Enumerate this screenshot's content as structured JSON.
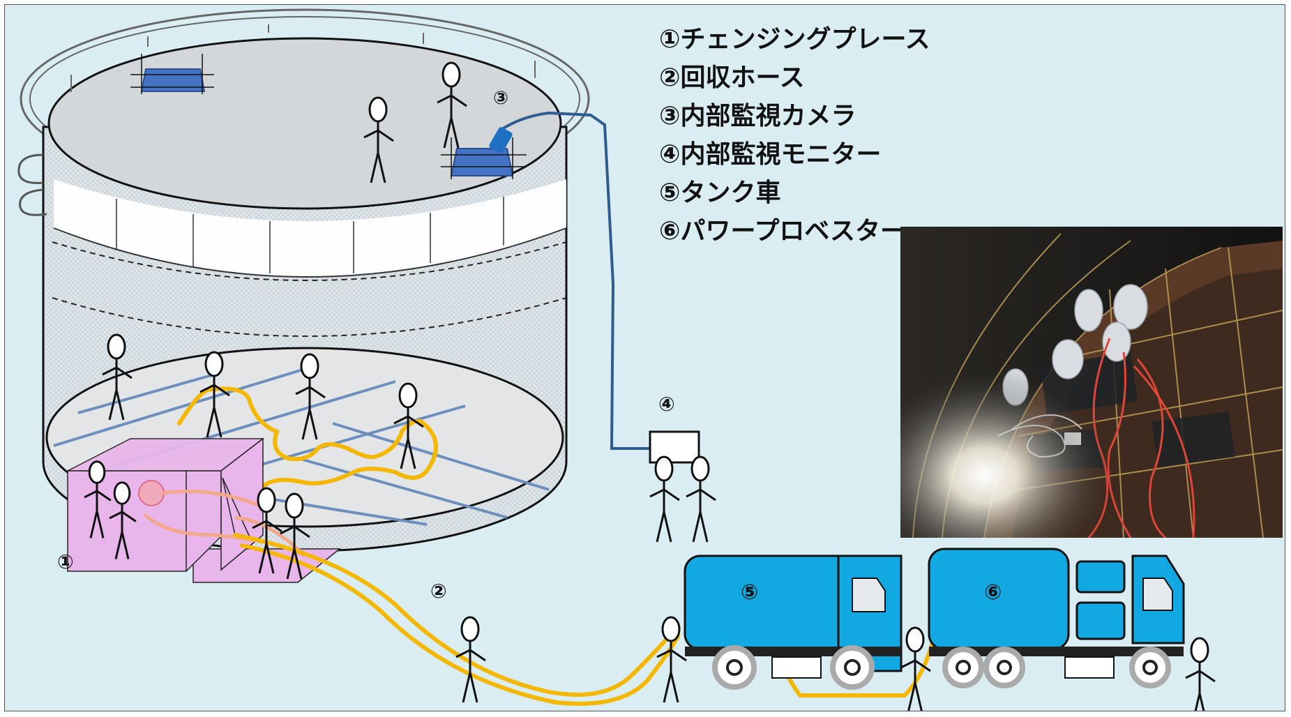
{
  "legend": {
    "items": [
      "①チェンジングプレース",
      "②回収ホース",
      "③内部監視カメラ",
      "④内部監視モニター",
      "⑤タンク車",
      "⑥パワープロベスター"
    ]
  },
  "markers": {
    "changing_place": "①",
    "hose": "②",
    "camera": "③",
    "monitor": "④",
    "tank_truck": "⑤",
    "power_truck": "⑥"
  },
  "colors": {
    "background": "#daedf3",
    "tank_roof": "#d4d7da",
    "changing_place": "#e8b6ea",
    "hose": "#f5b800",
    "truck": "#12a9e3",
    "camera_cable": "#2f5b8f",
    "floor_pipe": "#6e8fbe"
  },
  "icons": {
    "camera": "camera-icon",
    "monitor": "monitor-icon",
    "person": "person-icon"
  }
}
